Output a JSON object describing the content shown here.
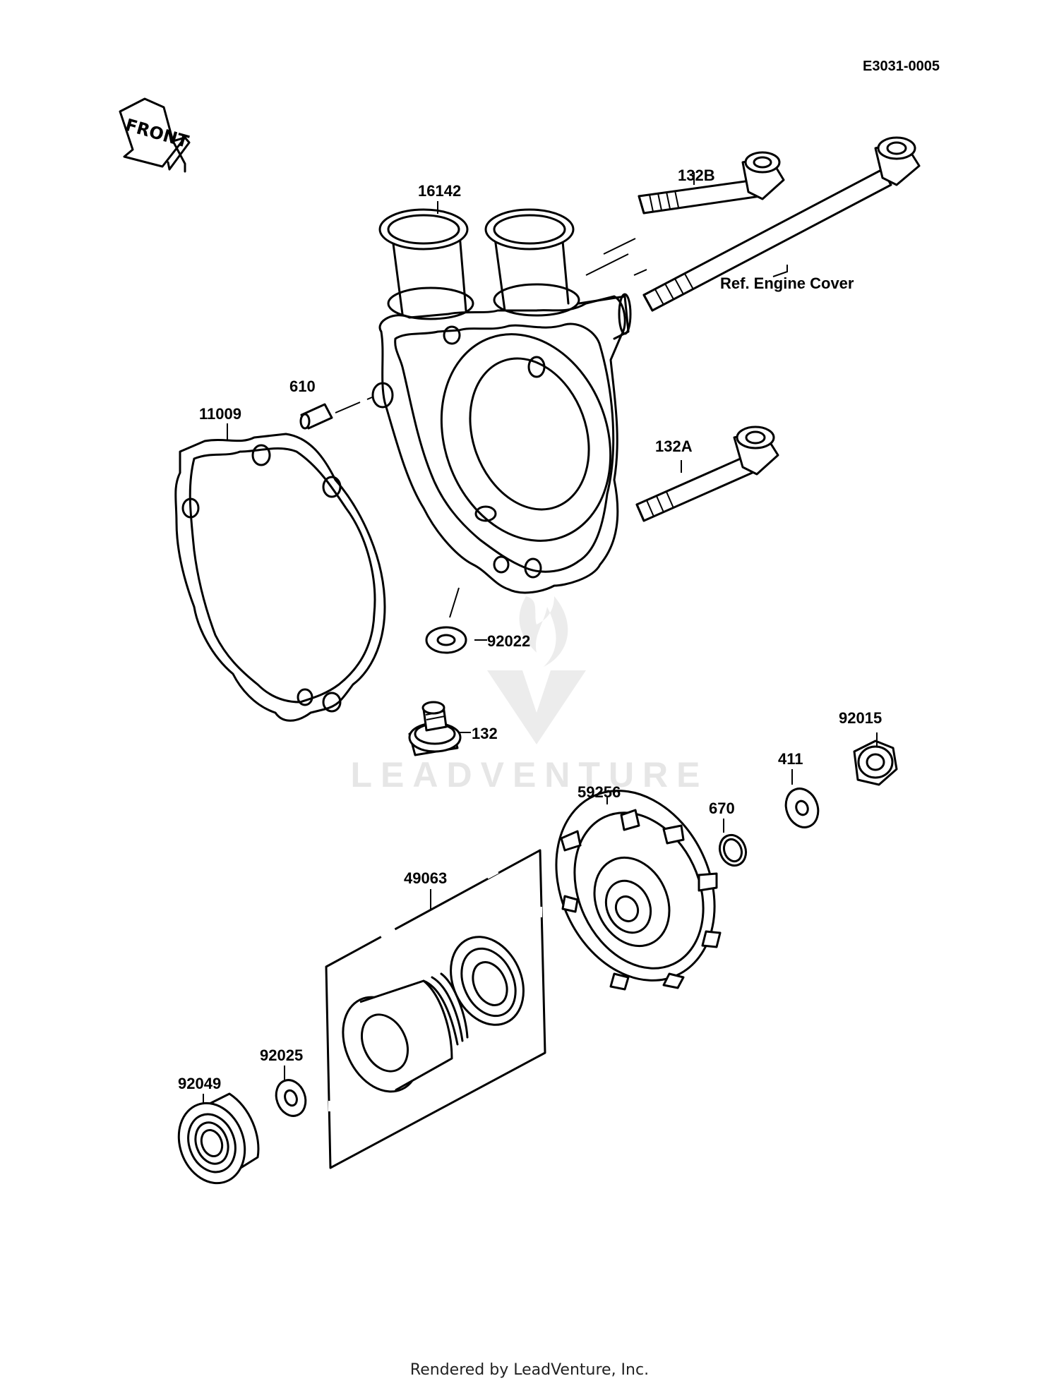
{
  "diagram": {
    "code": "E3031-0005",
    "front_label": "FRONT",
    "reference_note": "Ref. Engine Cover",
    "footer": "Rendered by LeadVenture, Inc.",
    "watermark": "LEADVENTURE",
    "parts": [
      {
        "id": "p16142",
        "label": "16142"
      },
      {
        "id": "p132b",
        "label": "132B"
      },
      {
        "id": "p610",
        "label": "610"
      },
      {
        "id": "p11009",
        "label": "11009"
      },
      {
        "id": "p132a",
        "label": "132A"
      },
      {
        "id": "p92022",
        "label": "92022"
      },
      {
        "id": "p132",
        "label": "132"
      },
      {
        "id": "p92015",
        "label": "92015"
      },
      {
        "id": "p411",
        "label": "411"
      },
      {
        "id": "p670",
        "label": "670"
      },
      {
        "id": "p59256",
        "label": "59256"
      },
      {
        "id": "p49063",
        "label": "49063"
      },
      {
        "id": "p92025",
        "label": "92025"
      },
      {
        "id": "p92049",
        "label": "92049"
      }
    ]
  }
}
